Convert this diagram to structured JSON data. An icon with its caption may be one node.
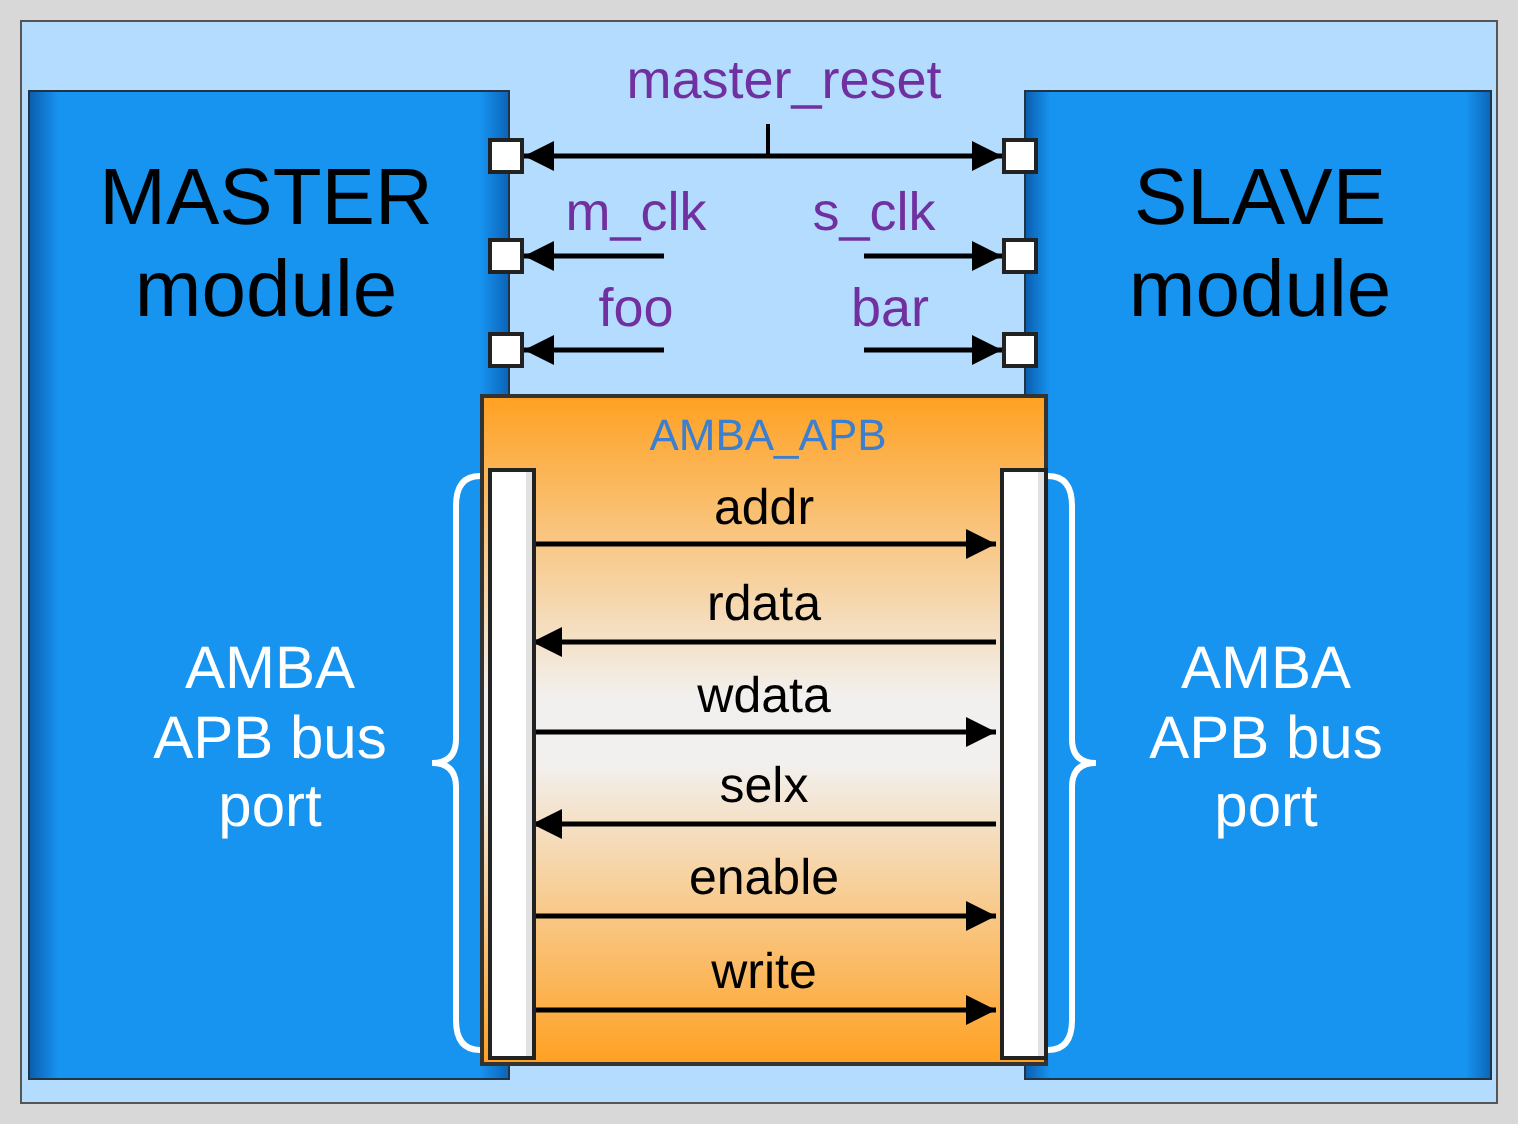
{
  "diagram": {
    "nodes": [
      {
        "text": [
          "MASTER module",
          "AMBA APB bus port"
        ]
      },
      {
        "text": [
          "SLAVE module",
          "AMBA APB bus port"
        ]
      },
      {
        "text": [],
        "shape": "box"
      },
      {
        "text": [],
        "shape": "box"
      },
      {
        "text": [],
        "shape": "box"
      },
      {
        "text": [],
        "shape": "box"
      },
      {
        "text": [],
        "shape": "box"
      },
      {
        "text": [],
        "shape": "box"
      },
      {
        "text": [
          "AMBA_APB"
        ]
      },
      {
        "text": [],
        "shape": "bar",
        "in": 8
      },
      {
        "text": [],
        "shape": "bar",
        "in": 8
      }
    ],
    "edges": [
      {
        "from": 2,
        "to": 5,
        "arrow": "both",
        "label": "master_reset"
      },
      {
        "from": null,
        "to": 3,
        "arrow": "to",
        "label": "m_clk"
      },
      {
        "from": null,
        "to": 6,
        "arrow": "to",
        "label": "s_clk"
      },
      {
        "from": null,
        "to": 4,
        "arrow": "to",
        "label": "foo"
      },
      {
        "from": null,
        "to": 7,
        "arrow": "to",
        "label": "bar"
      },
      {
        "from": 9,
        "to": 10,
        "arrow": "to",
        "label": "addr"
      },
      {
        "from": 10,
        "to": 9,
        "arrow": "to",
        "label": "rdata"
      },
      {
        "from": 9,
        "to": 10,
        "arrow": "to",
        "label": "wdata"
      },
      {
        "from": 10,
        "to": 9,
        "arrow": "to",
        "label": "selx"
      },
      {
        "from": 9,
        "to": 10,
        "arrow": "to",
        "label": "enable"
      },
      {
        "from": 9,
        "to": 10,
        "arrow": "to",
        "label": "write"
      }
    ]
  }
}
